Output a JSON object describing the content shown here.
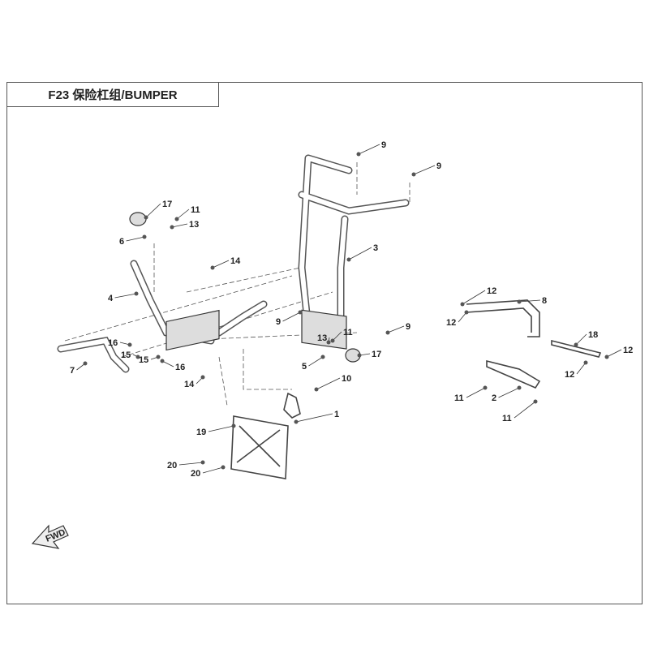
{
  "title": "F23 保险杠组/BUMPER",
  "fwd_label": "FWD",
  "callouts": [
    "9",
    "9",
    "17",
    "11",
    "13",
    "6",
    "3",
    "14",
    "4",
    "12",
    "8",
    "12",
    "9",
    "9",
    "13",
    "11",
    "16",
    "17",
    "18",
    "12",
    "15",
    "15",
    "5",
    "7",
    "16",
    "12",
    "10",
    "14",
    "11",
    "2",
    "1",
    "11",
    "19",
    "20",
    "20"
  ]
}
